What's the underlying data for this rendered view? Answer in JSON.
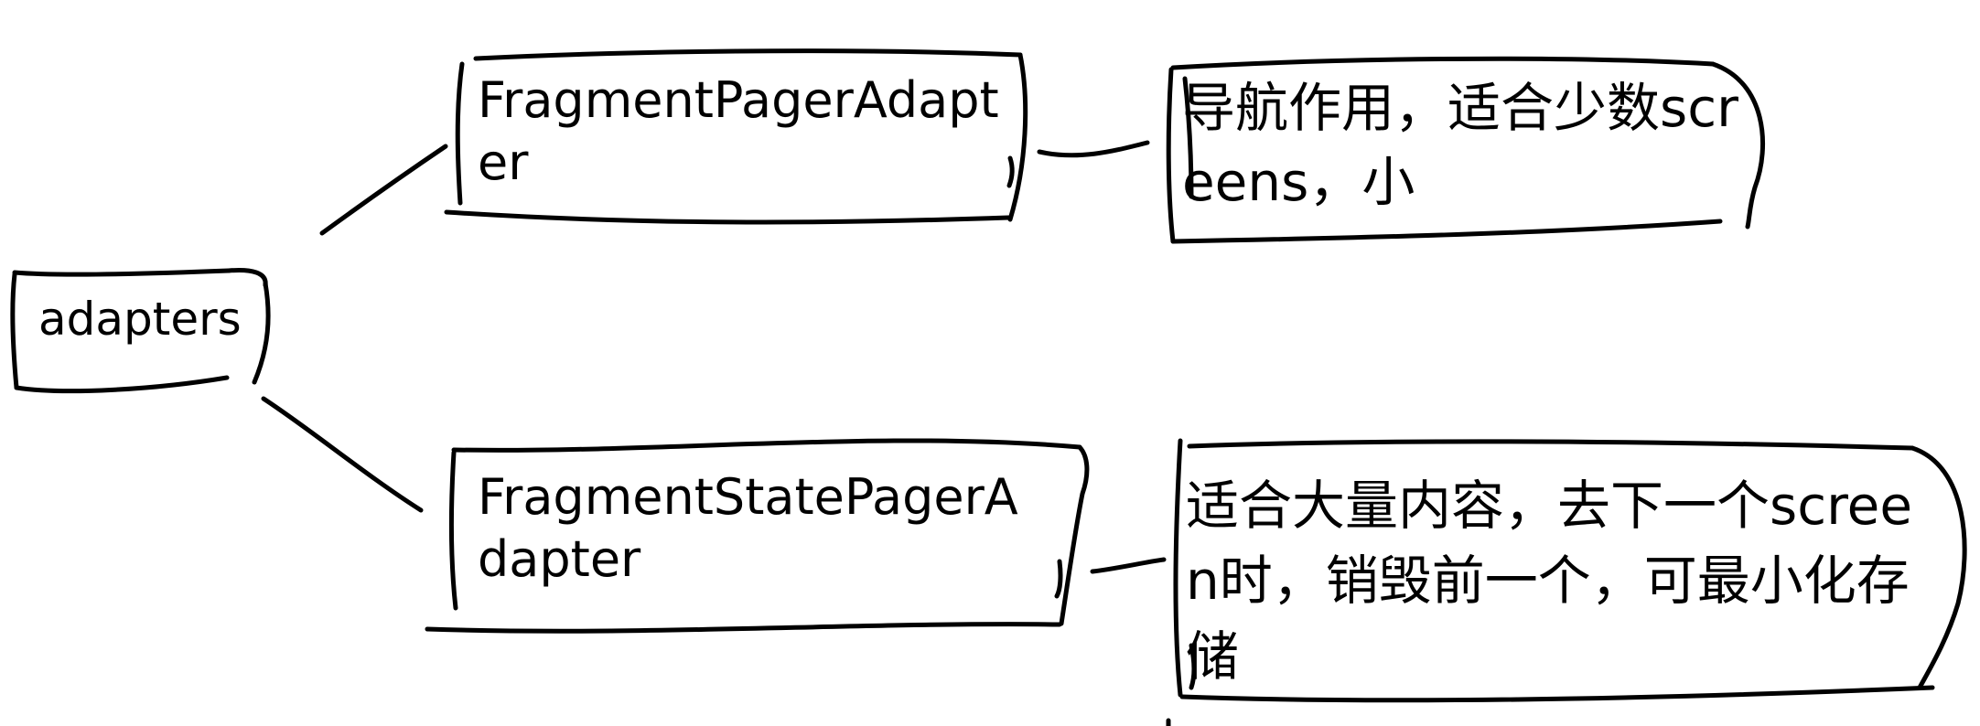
{
  "diagram": {
    "root": {
      "label": "adapters"
    },
    "children": [
      {
        "label": "FragmentPagerAdapter",
        "note": "导航作用，适合少数screens，小"
      },
      {
        "label": "FragmentStatePagerAdapter",
        "note": " 适合大量内容，去下一个screen时，销毁前一个，可最小化存储"
      }
    ]
  },
  "colors": {
    "ink": "#000000",
    "background": "#ffffff"
  }
}
